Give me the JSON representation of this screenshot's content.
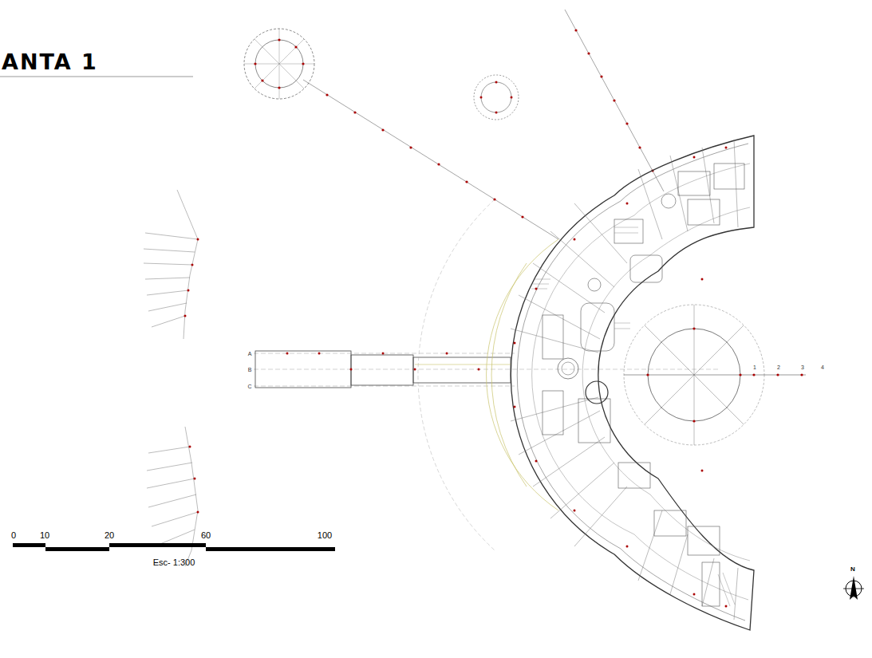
{
  "diagram": {
    "title": "ANTA 1",
    "labels": [
      "0",
      "10",
      "20",
      "60",
      "100",
      "Esc- 1:300",
      "N",
      "A",
      "B",
      "C",
      "1",
      "2",
      "3",
      "4"
    ]
  }
}
